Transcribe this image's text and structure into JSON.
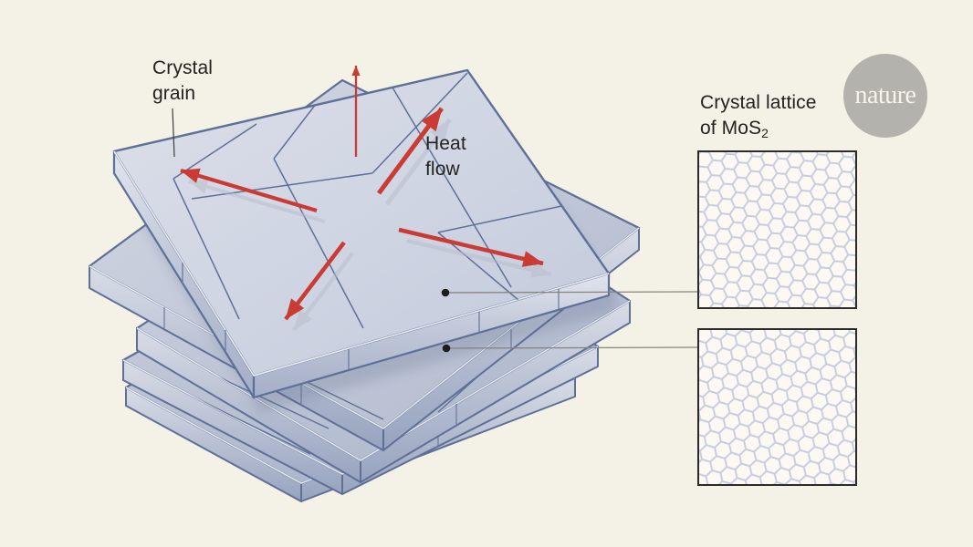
{
  "labels": {
    "crystal_grain": {
      "line1": "Crystal",
      "line2": "grain"
    },
    "heat_flow": {
      "line1": "Heat",
      "line2": "flow"
    },
    "crystal_lattice": {
      "line1": "Crystal lattice",
      "line2_base": "of MoS",
      "line2_sub": "2"
    }
  },
  "logo": {
    "text": "nature"
  },
  "colors": {
    "background": "#f4f1e6",
    "plate_top": "#ccd3e1",
    "plate_side": "#aeb8cc",
    "plate_outline": "#5f7096",
    "grain_line": "#5f7096",
    "arrow_red": "#c93b33",
    "arrow_shadow": "#b7bdcb",
    "lattice_line": "#c7cce0",
    "lattice_box_fill": "#fbf9f2",
    "lattice_box_border": "#2b2a28",
    "connector_line": "#85857f",
    "marker_dot": "#1d1d1b",
    "logo_circle": "#b4b2ac",
    "logo_text": "#f6f4ec",
    "label_text": "#232220"
  }
}
